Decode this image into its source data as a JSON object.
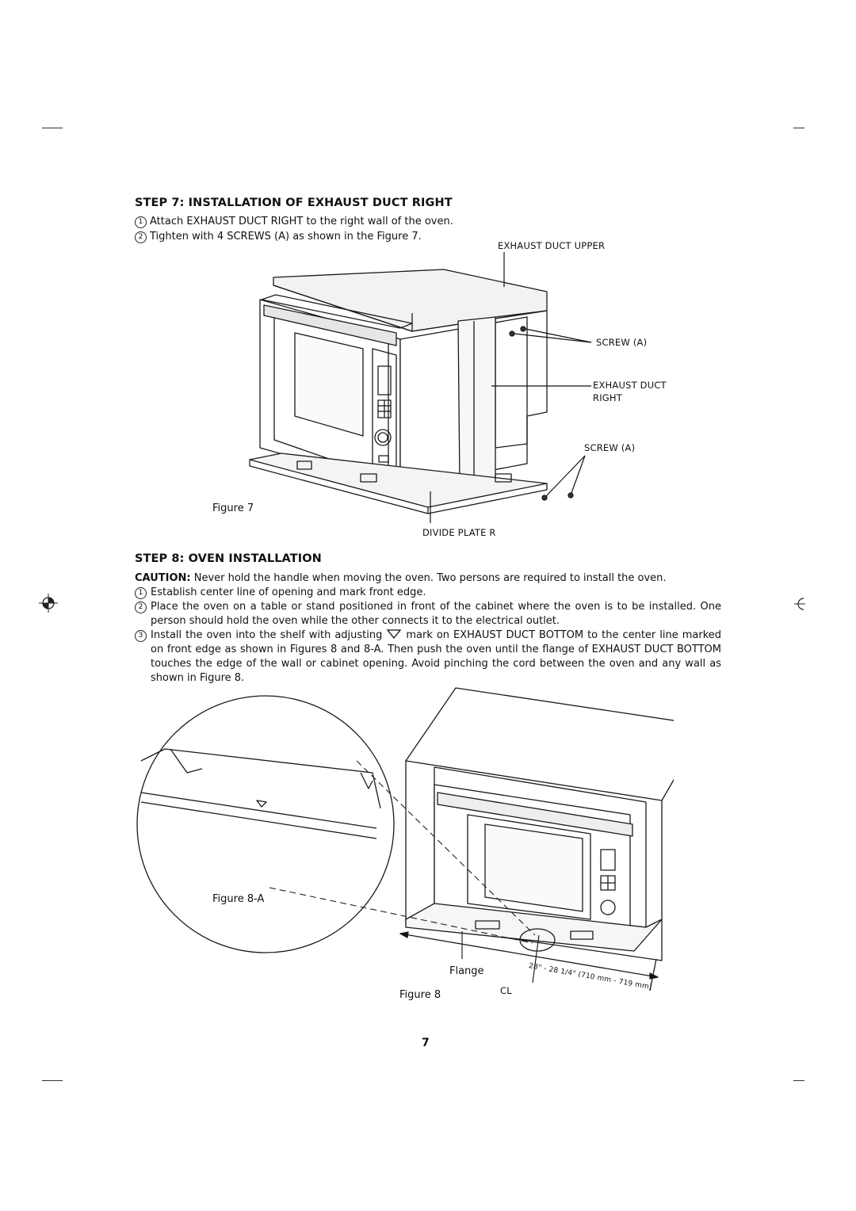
{
  "step7": {
    "heading": "STEP 7: INSTALLATION OF EXHAUST DUCT RIGHT",
    "items": [
      {
        "num": "1",
        "text": "Attach EXHAUST DUCT RIGHT to the right wall of the oven."
      },
      {
        "num": "2",
        "text": "Tighten with 4 SCREWS (A) as shown in the Figure 7."
      }
    ],
    "labels": {
      "exhaust_duct_upper": "EXHAUST DUCT UPPER",
      "screw_a_top": "SCREW (A)",
      "exhaust_duct_right_1": "EXHAUST DUCT",
      "exhaust_duct_right_2": "RIGHT",
      "screw_a_bottom": "SCREW (A)",
      "divide_plate_r": "DIVIDE PLATE R"
    },
    "figure_caption": "Figure 7"
  },
  "step8": {
    "heading": "STEP 8: OVEN INSTALLATION",
    "caution_label": "CAUTION:",
    "caution_text": " Never hold the handle when moving the oven. Two persons are required to install the oven.",
    "items": [
      {
        "num": "1",
        "text": "Establish center line of opening and mark front edge."
      },
      {
        "num": "2",
        "text": "Place the oven on a table or stand positioned in front of the cabinet where the oven is to be installed. One person should hold the oven while the other connects it to the electrical outlet."
      },
      {
        "num": "3",
        "text_before": "Install the oven into the shelf with adjusting ",
        "text_after": " mark on EXHAUST DUCT BOTTOM to the center line marked on front edge as shown in Figures 8 and 8-A. Then push the oven until the flange of EXHAUST DUCT BOTTOM touches the edge of the wall or cabinet opening. Avoid pinching the cord between the oven and any wall as shown in Figure 8."
      }
    ],
    "labels": {
      "figure_8a": "Figure 8-A",
      "flange": "Flange",
      "cl": "CL",
      "dimension": "28\" - 28 1/4\" (710 mm - 719 mm)"
    },
    "figure_caption": "Figure 8"
  },
  "page_number": "7"
}
